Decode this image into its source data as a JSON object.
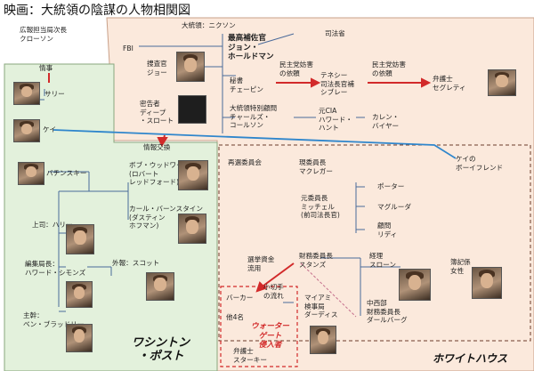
{
  "title": "映画：大統領の陰謀の人物相関図",
  "colors": {
    "post_bg": "#e3f1dc",
    "white_house_bg": "#fbe9dc",
    "red": "#d22a2a",
    "blue": "#2f86cc",
    "blue_dark": "#4a6a9a"
  },
  "groups": {
    "post": "ワシントン\n・ポスト",
    "white_house": "ホワイトハウス"
  },
  "labels": {
    "pr_officer": "広報担当局次長\nクローソン",
    "president": "大統領：ニクソン",
    "fbi": "FBI",
    "haldeman": "最高補佐官\nジョン・\nホールドマン",
    "justice": "司法省",
    "investigator": "捜査官\nジョー",
    "secretary": "秘書\nチェーピン",
    "dem_obstruct1": "民主党妨害\nの依頼",
    "segretti_client": "テネシー\n司法長官補\nシブレー",
    "dem_obstruct2": "民主党妨害\nの依頼",
    "segretti": "弁護士\nセグレティ",
    "deep_throat": "密告者\nディープ\n・スロート",
    "colson": "大統領特別顧問\nチャールズ・\nコールソン",
    "cia": "元CIA\nハワード・\nハント",
    "barker": "カレン・\nバイヤー",
    "info_exchange": "情事",
    "sally": "サリー",
    "kay": "ケイ",
    "boyfriend": "ケイの\nボーイフレンド",
    "intel_exchange": "情報交換",
    "pachinsky": "バチンスキー",
    "woodward": "ボブ・ウッドワード\n(ロバート\nレッドフォード)",
    "bernstein": "カール・バーンスタイン\n(ダスティン\nホフマン)",
    "boss": "上司：ハリー",
    "editor": "編集局長：\nハワード・シモンズ",
    "foreign": "外報：スコット",
    "chief": "主幹：\nベン・ブラッドリー",
    "reelection": "再選委員会",
    "chairman": "現委員長\nマクレガー",
    "ex_chairman": "元委員長\nミッチェル\n(前司法長官)",
    "porter": "ポーター",
    "magruder": "マグルーダ",
    "consultant": "顧問\nリディ",
    "campaign_funds": "選挙資金\n流用",
    "finance_chair": "財務委員長\nスタンズ",
    "treasurer": "経理\nスローン",
    "bookkeeper": "簿記係\n女性",
    "barker2": "バーカー",
    "check": "小切手\nの流れ",
    "others": "他4名",
    "miami": "マイアミ\n検事局\nダーディス",
    "watergate": "ウォーター\nゲート\n侵入者",
    "lawyer": "弁護士\nスターキー",
    "midwest": "中西部\n財務委員長\nダールバーグ"
  }
}
